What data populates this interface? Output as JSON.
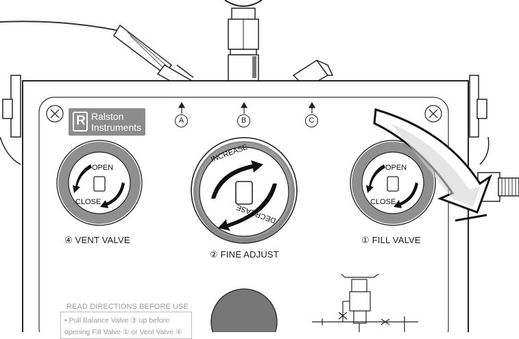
{
  "logo": {
    "line1": "Ralston",
    "line2": "Instruments",
    "mark": "R"
  },
  "ports": [
    "A",
    "B",
    "C"
  ],
  "knobs": {
    "vent": {
      "open": "OPEN",
      "close": "CLOSE",
      "label": "④ VENT VALVE"
    },
    "fine": {
      "increase": "INCREASE",
      "decrease": "DECREASE",
      "label": "② FINE ADJUST"
    },
    "fill": {
      "open": "OPEN",
      "close": "CLOSE",
      "label": "① FILL VALVE"
    }
  },
  "directions": {
    "title": "READ DIRECTIONS BEFORE USE",
    "line1": "• Pull Balance Valve ③ up before",
    "line2": "opening Fill Valve ① or Vent Valve ④"
  },
  "icons": [
    "screw-icon",
    "ralston-logo-icon",
    "rotation-arrow-icon",
    "connect-arrow-icon",
    "schematic-icon"
  ]
}
